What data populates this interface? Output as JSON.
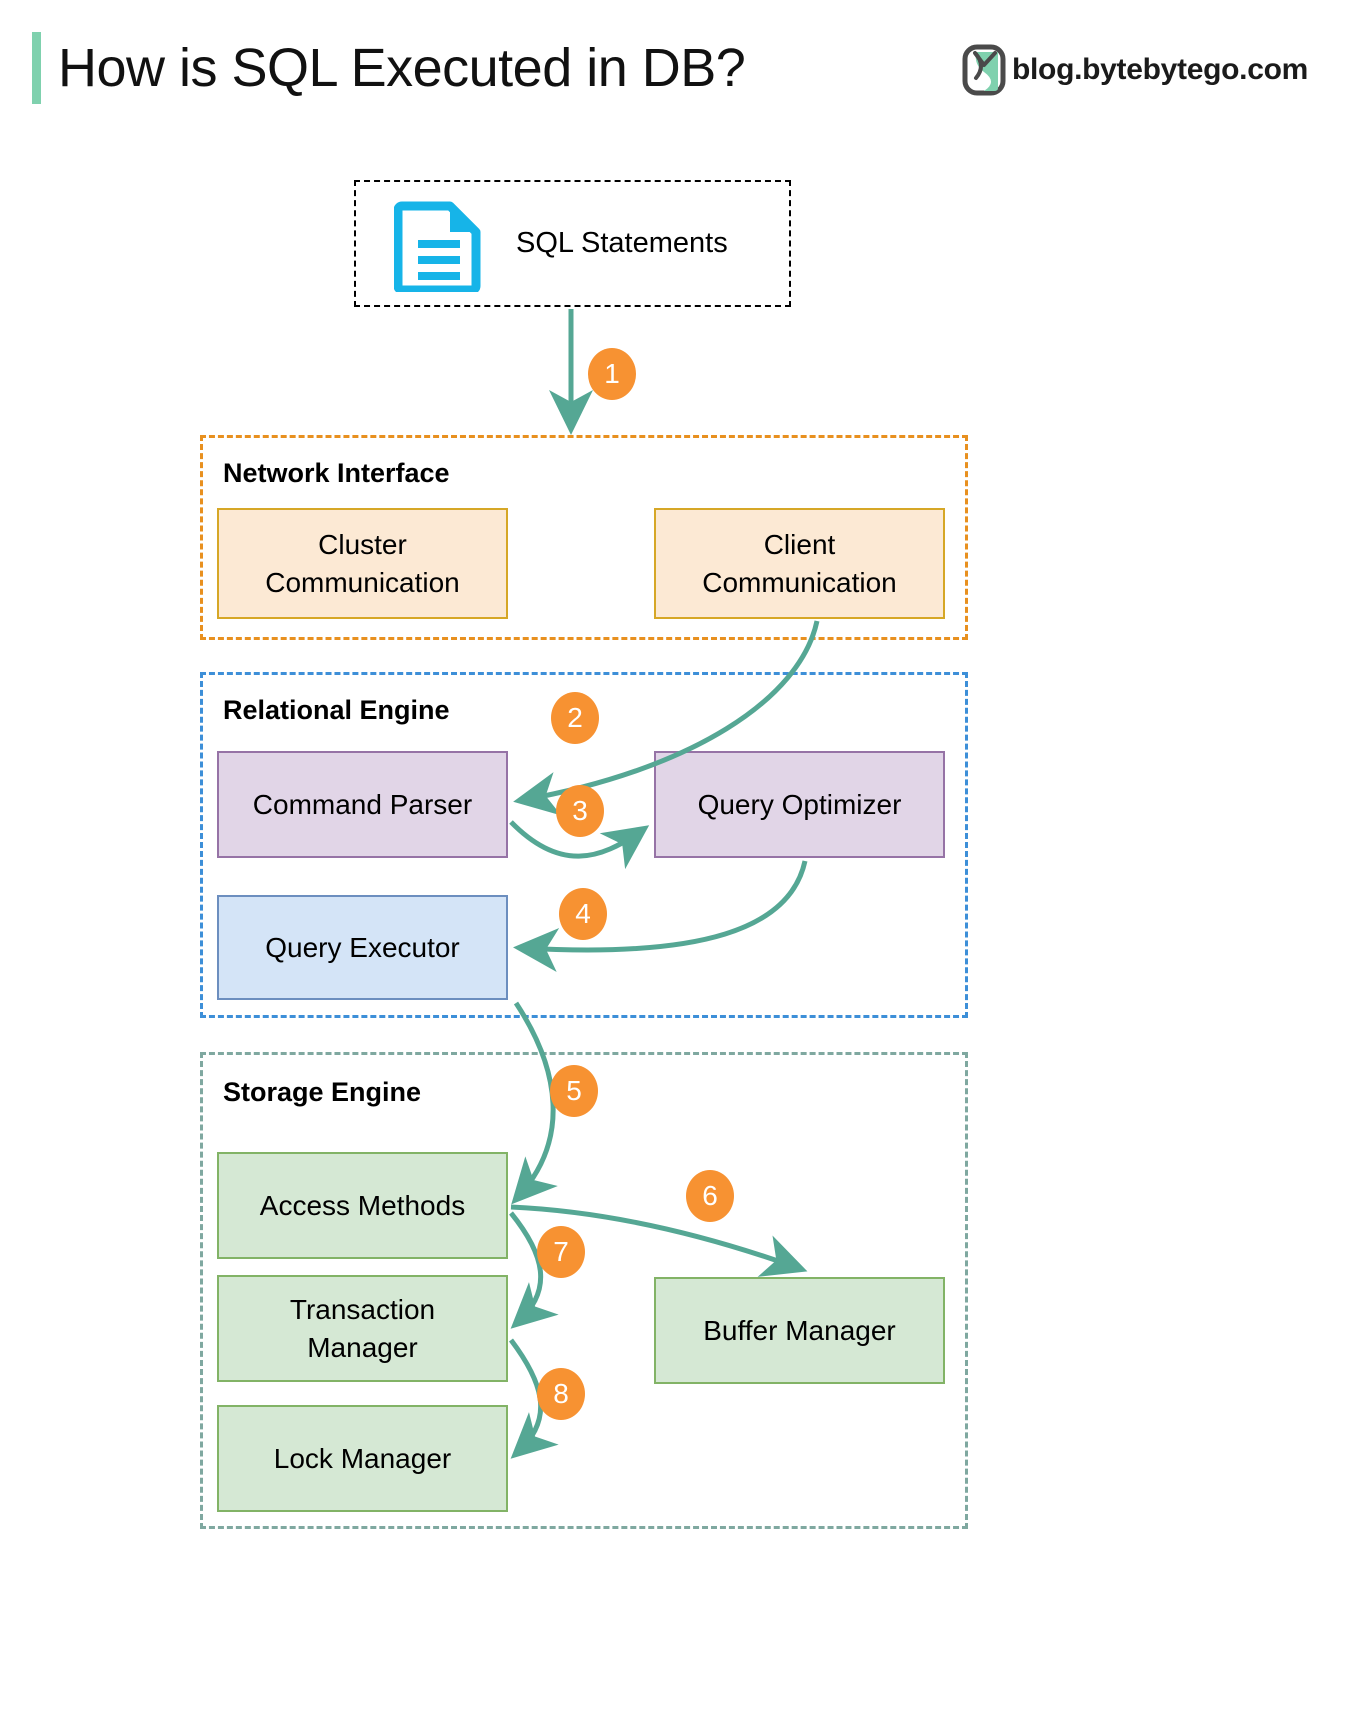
{
  "header": {
    "title": "How is SQL Executed in DB?",
    "accent_color": "#7fd1ae",
    "brand_text": "blog.bytebytego.com",
    "brand_logo_icon": "bytebytego-logo-icon"
  },
  "input": {
    "label": "SQL Statements",
    "icon": "document-icon",
    "icon_color": "#16b4e8",
    "border_style": "dashed",
    "border_color": "#000000"
  },
  "groups": [
    {
      "id": "network-interface",
      "title": "Network Interface",
      "border_color": "#e8901f",
      "node_fill": "#fce9d4",
      "node_border": "#d6a726",
      "nodes": [
        {
          "id": "cluster-communication",
          "label": "Cluster\nCommunication",
          "line1": "Cluster",
          "line2": "Communication"
        },
        {
          "id": "client-communication",
          "label": "Client\nCommunication",
          "line1": "Client",
          "line2": "Communication"
        }
      ]
    },
    {
      "id": "relational-engine",
      "title": "Relational Engine",
      "border_color": "#3d8fd8",
      "nodes": [
        {
          "id": "command-parser",
          "label": "Command Parser",
          "fill": "#e1d5e7",
          "border": "#9673a6"
        },
        {
          "id": "query-optimizer",
          "label": "Query Optimizer",
          "fill": "#e1d5e7",
          "border": "#9673a6"
        },
        {
          "id": "query-executor",
          "label": "Query Executor",
          "fill": "#d4e4f7",
          "border": "#6c8ebf"
        }
      ]
    },
    {
      "id": "storage-engine",
      "title": "Storage Engine",
      "border_color": "#7fa8a0",
      "node_fill": "#d5e8d4",
      "node_border": "#82b366",
      "nodes": [
        {
          "id": "access-methods",
          "label": "Access Methods"
        },
        {
          "id": "transaction-manager",
          "label": "Transaction\nManager",
          "line1": "Transaction",
          "line2": "Manager"
        },
        {
          "id": "lock-manager",
          "label": "Lock Manager"
        },
        {
          "id": "buffer-manager",
          "label": "Buffer Manager"
        }
      ]
    }
  ],
  "steps": [
    {
      "number": "1",
      "from": "sql-statements",
      "to": "network-interface"
    },
    {
      "number": "2",
      "from": "client-communication",
      "to": "command-parser"
    },
    {
      "number": "3",
      "from": "command-parser",
      "to": "query-optimizer"
    },
    {
      "number": "4",
      "from": "query-optimizer",
      "to": "query-executor"
    },
    {
      "number": "5",
      "from": "query-executor",
      "to": "access-methods"
    },
    {
      "number": "6",
      "from": "access-methods",
      "to": "buffer-manager"
    },
    {
      "number": "7",
      "from": "access-methods",
      "to": "transaction-manager"
    },
    {
      "number": "8",
      "from": "transaction-manager",
      "to": "lock-manager"
    }
  ],
  "colors": {
    "arrow": "#55a794",
    "badge": "#f79232",
    "badge_text": "#ffffff"
  }
}
